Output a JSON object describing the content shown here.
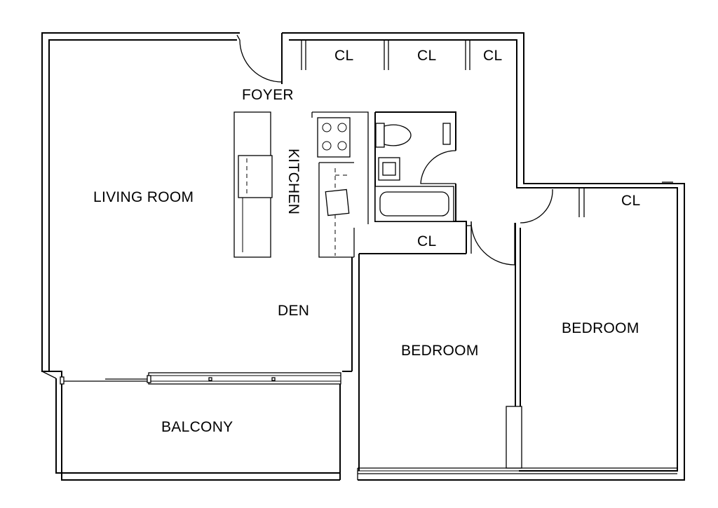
{
  "rooms": {
    "foyer": "FOYER",
    "kitchen": "KITCHEN",
    "living_room": "LIVING ROOM",
    "den": "DEN",
    "balcony": "BALCONY",
    "bedroom_1": "BEDROOM",
    "bedroom_2": "BEDROOM"
  },
  "closets": {
    "top_1": "CL",
    "top_2": "CL",
    "top_3": "CL",
    "hall": "CL",
    "bedroom_2": "CL"
  },
  "icons": {
    "toilet": "toilet-icon",
    "bathtub": "bathtub-icon",
    "stove": "stove-icon",
    "sink": "sink-icon"
  }
}
